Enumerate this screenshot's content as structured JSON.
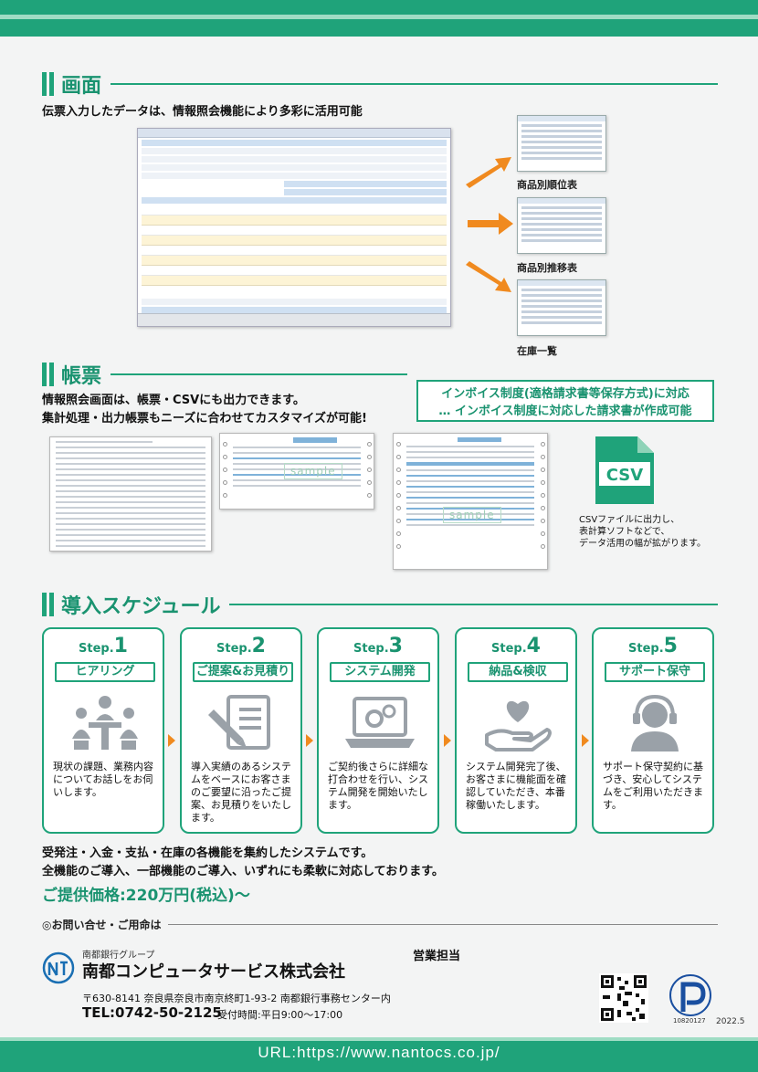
{
  "sections": {
    "screen": {
      "title": "画面",
      "lead": "伝票入力したデータは、情報照会機能により多彩に活用可能"
    },
    "forms": {
      "title": "帳票",
      "lead1": "情報照会画面は、帳票・CSVにも出力できます。",
      "lead2": "集計処理・出力帳票もニーズに合わせてカスタマイズが可能!"
    },
    "schedule": {
      "title": "導入スケジュール"
    }
  },
  "thumbnails": [
    {
      "label": "商品別順位表"
    },
    {
      "label": "商品別推移表"
    },
    {
      "label": "在庫一覧"
    }
  ],
  "invoice": {
    "line1": "インボイス制度(適格請求書等保存方式)に対応",
    "line2": "… インボイス制度に対応した請求書が作成可能"
  },
  "csv": {
    "icon_text": "CSV",
    "line1": "CSVファイルに出力し、",
    "line2": "表計算ソフトなどで、",
    "line3": "データ活用の幅が拡がります。"
  },
  "sample_stamp": "sample",
  "steps": [
    {
      "step": "Step.",
      "num": "1",
      "name": "ヒアリング",
      "icon": "meeting-icon",
      "desc": "現状の課題、業務内容についてお話しをお伺いします。"
    },
    {
      "step": "Step.",
      "num": "2",
      "name": "ご提案&お見積り",
      "icon": "proposal-icon",
      "desc": "導入実績のあるシステムをベースにお客さまのご要望に沿ったご提案、お見積りをいたします。"
    },
    {
      "step": "Step.",
      "num": "3",
      "name": "システム開発",
      "icon": "laptop-gear-icon",
      "desc": "ご契約後さらに詳細な打合わせを行い、システム開発を開始いたします。"
    },
    {
      "step": "Step.",
      "num": "4",
      "name": "納品&検収",
      "icon": "heart-hand-icon",
      "desc": "システム開発完了後、お客さまに機能面を確認していただき、本番稼働いたします。"
    },
    {
      "step": "Step.",
      "num": "5",
      "name": "サポート保守",
      "icon": "headset-support-icon",
      "desc": "サポート保守契約に基づき、安心してシステムをご利用いただきます。"
    }
  ],
  "summary": {
    "line1": "受発注・入金・支払・在庫の各機能を集約したシステムです。",
    "line2": "全機能のご導入、一部機能のご導入、いずれにも柔軟に対応しております。"
  },
  "price": "ご提供価格:220万円(税込)〜",
  "contact": {
    "heading": "◎お問い合せ・ご用命は",
    "group": "南都銀行グループ",
    "company": "南都コンピュータサービス株式会社",
    "sales": "営業担当",
    "address": "〒630-8141 奈良県奈良市南京終町1-93-2 南都銀行事務センター内",
    "tel": "TEL:0742-50-2125",
    "hours": "受付時間:平日9:00〜17:00",
    "privacy_number": "10820127",
    "date": "2022.5"
  },
  "footer": {
    "url": "URL:https://www.nantocs.co.jp/"
  },
  "colors": {
    "brand": "#1fa37a",
    "accent": "#f08a1f"
  }
}
